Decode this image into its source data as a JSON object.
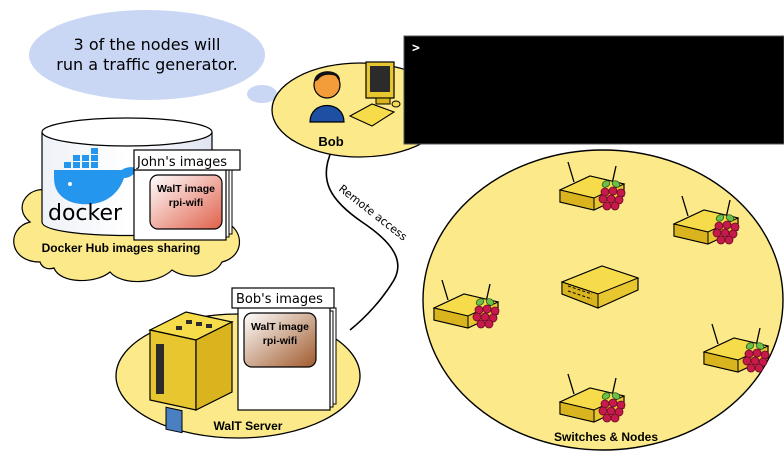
{
  "thought_bubble": {
    "line1": "3 of the nodes will",
    "line2": "run a traffic generator."
  },
  "terminal": {
    "prompt": ">"
  },
  "bob": {
    "label": "Bob"
  },
  "connection": {
    "label": "Remote access"
  },
  "docker_hub": {
    "label": "Docker Hub images sharing",
    "logo_text": "docker",
    "images_title": "John's images",
    "image_line1": "WalT image",
    "image_line2": "rpi-wifi"
  },
  "walt_server": {
    "label": "WalT Server",
    "images_title": "Bob's images",
    "image_line1": "WalT image",
    "image_line2": "rpi-wifi"
  },
  "network": {
    "label": "Switches & Nodes"
  },
  "colors": {
    "zone_fill": "#fbe98a",
    "bubble_fill": "#c9d7f5",
    "terminal_bg": "#000000",
    "docker_blue": "#2496ed",
    "raspberry_red": "#c51a4a",
    "leaf_green": "#6cc04a"
  }
}
